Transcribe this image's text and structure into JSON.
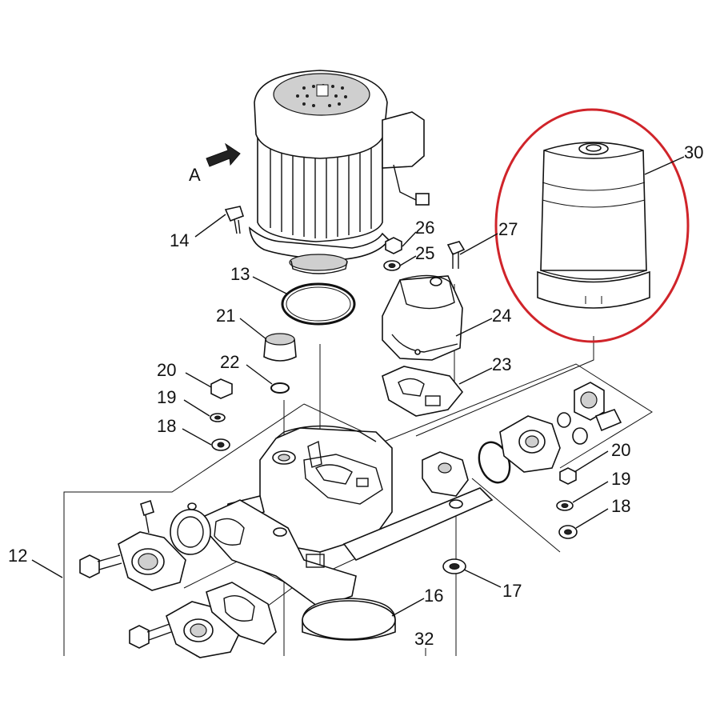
{
  "view_label": "A",
  "highlight": {
    "color": "#d0242a",
    "target_part": "30"
  },
  "callouts": [
    {
      "id": "c30",
      "label": "30"
    },
    {
      "id": "c27",
      "label": "27"
    },
    {
      "id": "c26",
      "label": "26"
    },
    {
      "id": "c25",
      "label": "25"
    },
    {
      "id": "c24",
      "label": "24"
    },
    {
      "id": "c23",
      "label": "23"
    },
    {
      "id": "c14",
      "label": "14"
    },
    {
      "id": "c13",
      "label": "13"
    },
    {
      "id": "c21",
      "label": "21"
    },
    {
      "id": "c22",
      "label": "22"
    },
    {
      "id": "c20a",
      "label": "20"
    },
    {
      "id": "c19a",
      "label": "19"
    },
    {
      "id": "c18a",
      "label": "18"
    },
    {
      "id": "c20b",
      "label": "20"
    },
    {
      "id": "c19b",
      "label": "19"
    },
    {
      "id": "c18b",
      "label": "18"
    },
    {
      "id": "c12",
      "label": "12"
    },
    {
      "id": "c17",
      "label": "17"
    },
    {
      "id": "c16",
      "label": "16"
    },
    {
      "id": "c32",
      "label": "32"
    }
  ]
}
